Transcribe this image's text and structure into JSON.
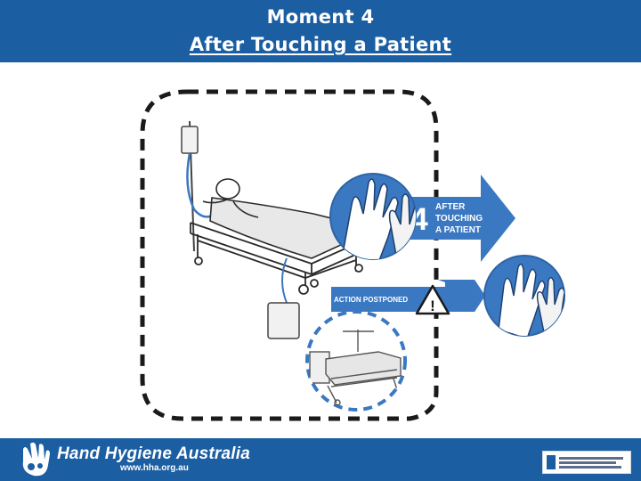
{
  "slide": {
    "title_line1": "Moment 4",
    "title_line2": "After Touching a Patient"
  },
  "illustration": {
    "arrow_number": "4",
    "arrow_text": [
      "AFTER",
      "TOUCHING",
      "A PATIENT"
    ],
    "postponed_label": "ACTION POSTPONED",
    "warning_symbol": "!"
  },
  "footer": {
    "brand_name": "Hand Hygiene Australia",
    "brand_url": "www.hha.org.au"
  },
  "colors": {
    "header_blue": "#1b5ea1",
    "arrow_blue": "#3a78c2",
    "dashed_zone": "#1a1a1a",
    "dashed_postponed": "#3a78c2"
  },
  "icons": {
    "brand_logo": "handprint-icon",
    "warning": "warning-triangle-icon",
    "hands": "hand-rub-icon"
  }
}
